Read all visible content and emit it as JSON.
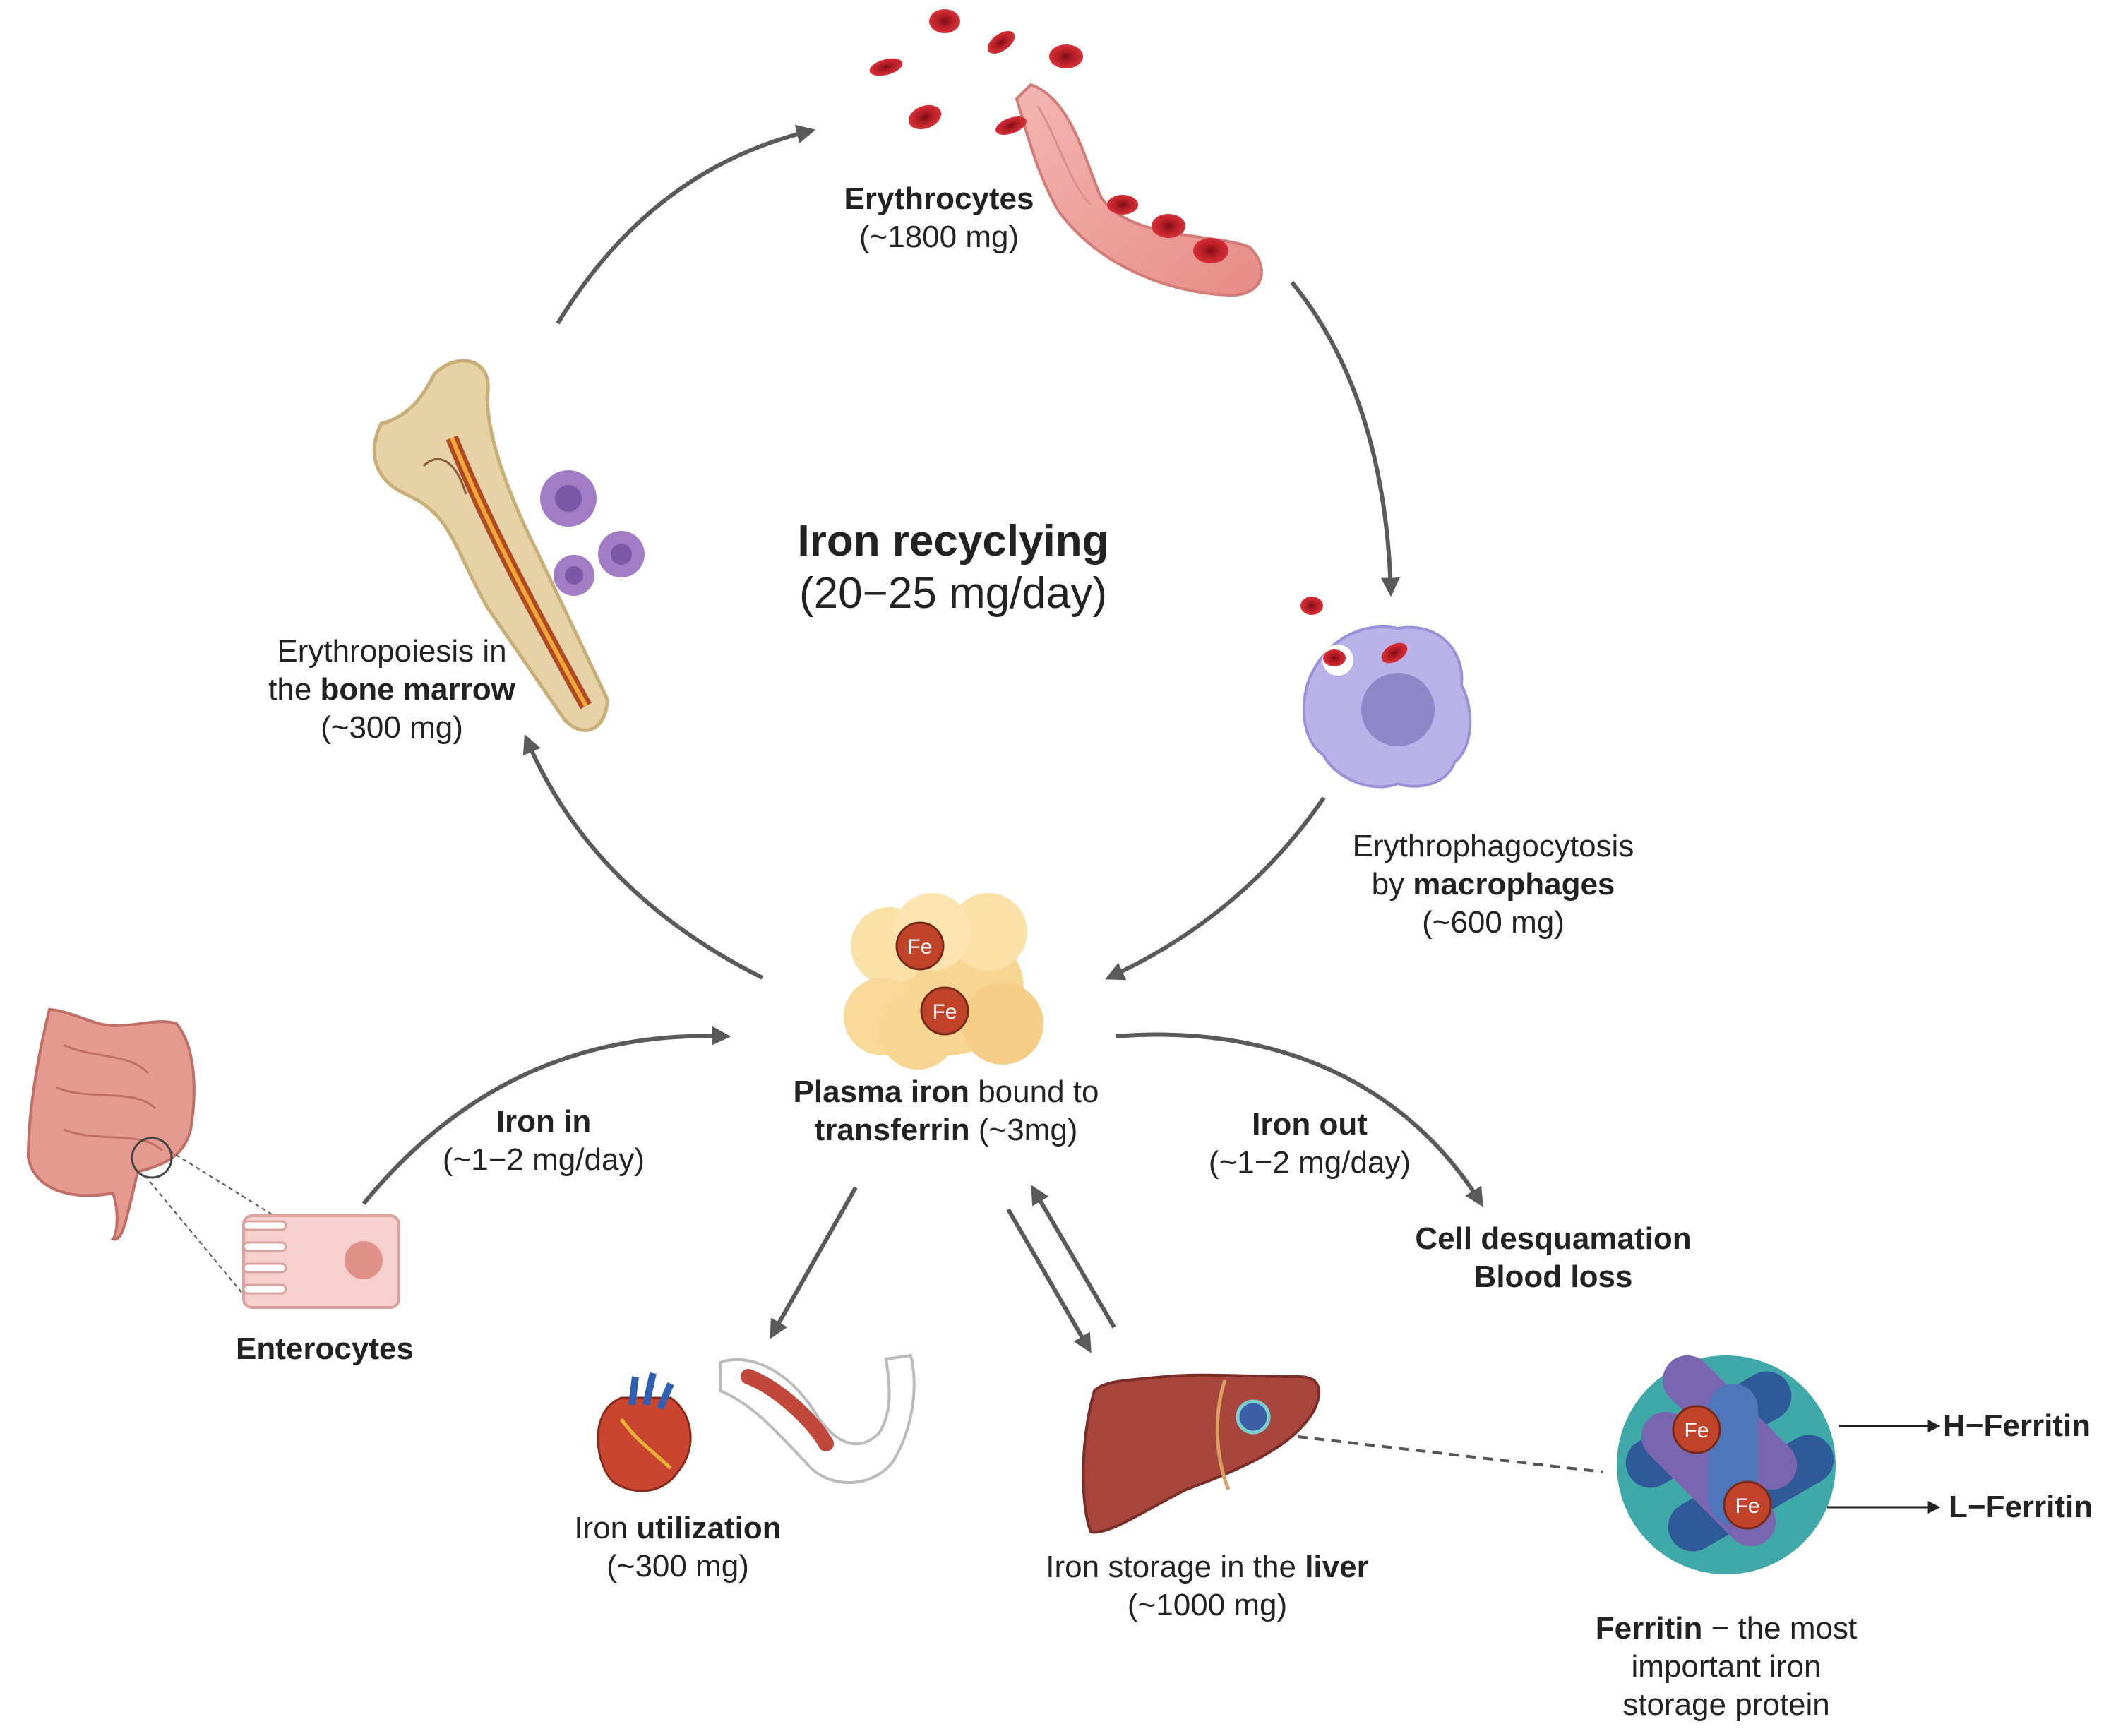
{
  "title": {
    "main": "Iron recyclying",
    "sub": "(20−25 mg/day)"
  },
  "erythrocytes": {
    "name": "Erythrocytes",
    "amount": "(~1800 mg)"
  },
  "macrophages": {
    "line1": "Erythrophagocytosis",
    "pre": "by ",
    "bold": "macrophages",
    "amount": "(~600 mg)"
  },
  "bone_marrow": {
    "line1": "Erythropoiesis in",
    "pre": "the ",
    "bold": "bone marrow",
    "amount": "(~300 mg)"
  },
  "plasma": {
    "bold1": "Plasma iron",
    "rest1": " bound to",
    "bold2": "transferrin",
    "rest2": " (~3mg)"
  },
  "iron_in": {
    "label": "Iron in",
    "amount": "(~1−2 mg/day)"
  },
  "iron_out": {
    "label": "Iron out",
    "amount": "(~1−2 mg/day)"
  },
  "losses": {
    "line1": "Cell desquamation",
    "line2": "Blood loss"
  },
  "enterocytes": {
    "label": "Enterocytes"
  },
  "utilization": {
    "pre": "Iron ",
    "bold": "utilization",
    "amount": "(~300 mg)"
  },
  "liver": {
    "pre": "Iron storage in the ",
    "bold": "liver",
    "amount": "(~1000 mg)"
  },
  "ferritin": {
    "bold": "Ferritin",
    "rest": " − the most",
    "line2": "important iron",
    "line3": "storage protein",
    "h_label": "H−Ferritin",
    "l_label": "L−Ferritin"
  },
  "fe_symbol": "Fe",
  "colors": {
    "arrow": "#5a5a5a",
    "rbc": "#c8232c",
    "fe_circle": "#c1442a",
    "macrophage": "#b9b3ea",
    "progenitor": "#9a78c2",
    "liver": "#a8463d",
    "ferritin_dark": "#2f5a9a",
    "ferritin_purple": "#7a66b0",
    "ferritin_teal": "#3fa8a8",
    "transferrin": "#f7d694",
    "intestine": "#e59a90",
    "enterocyte": "#f6d0cd"
  }
}
